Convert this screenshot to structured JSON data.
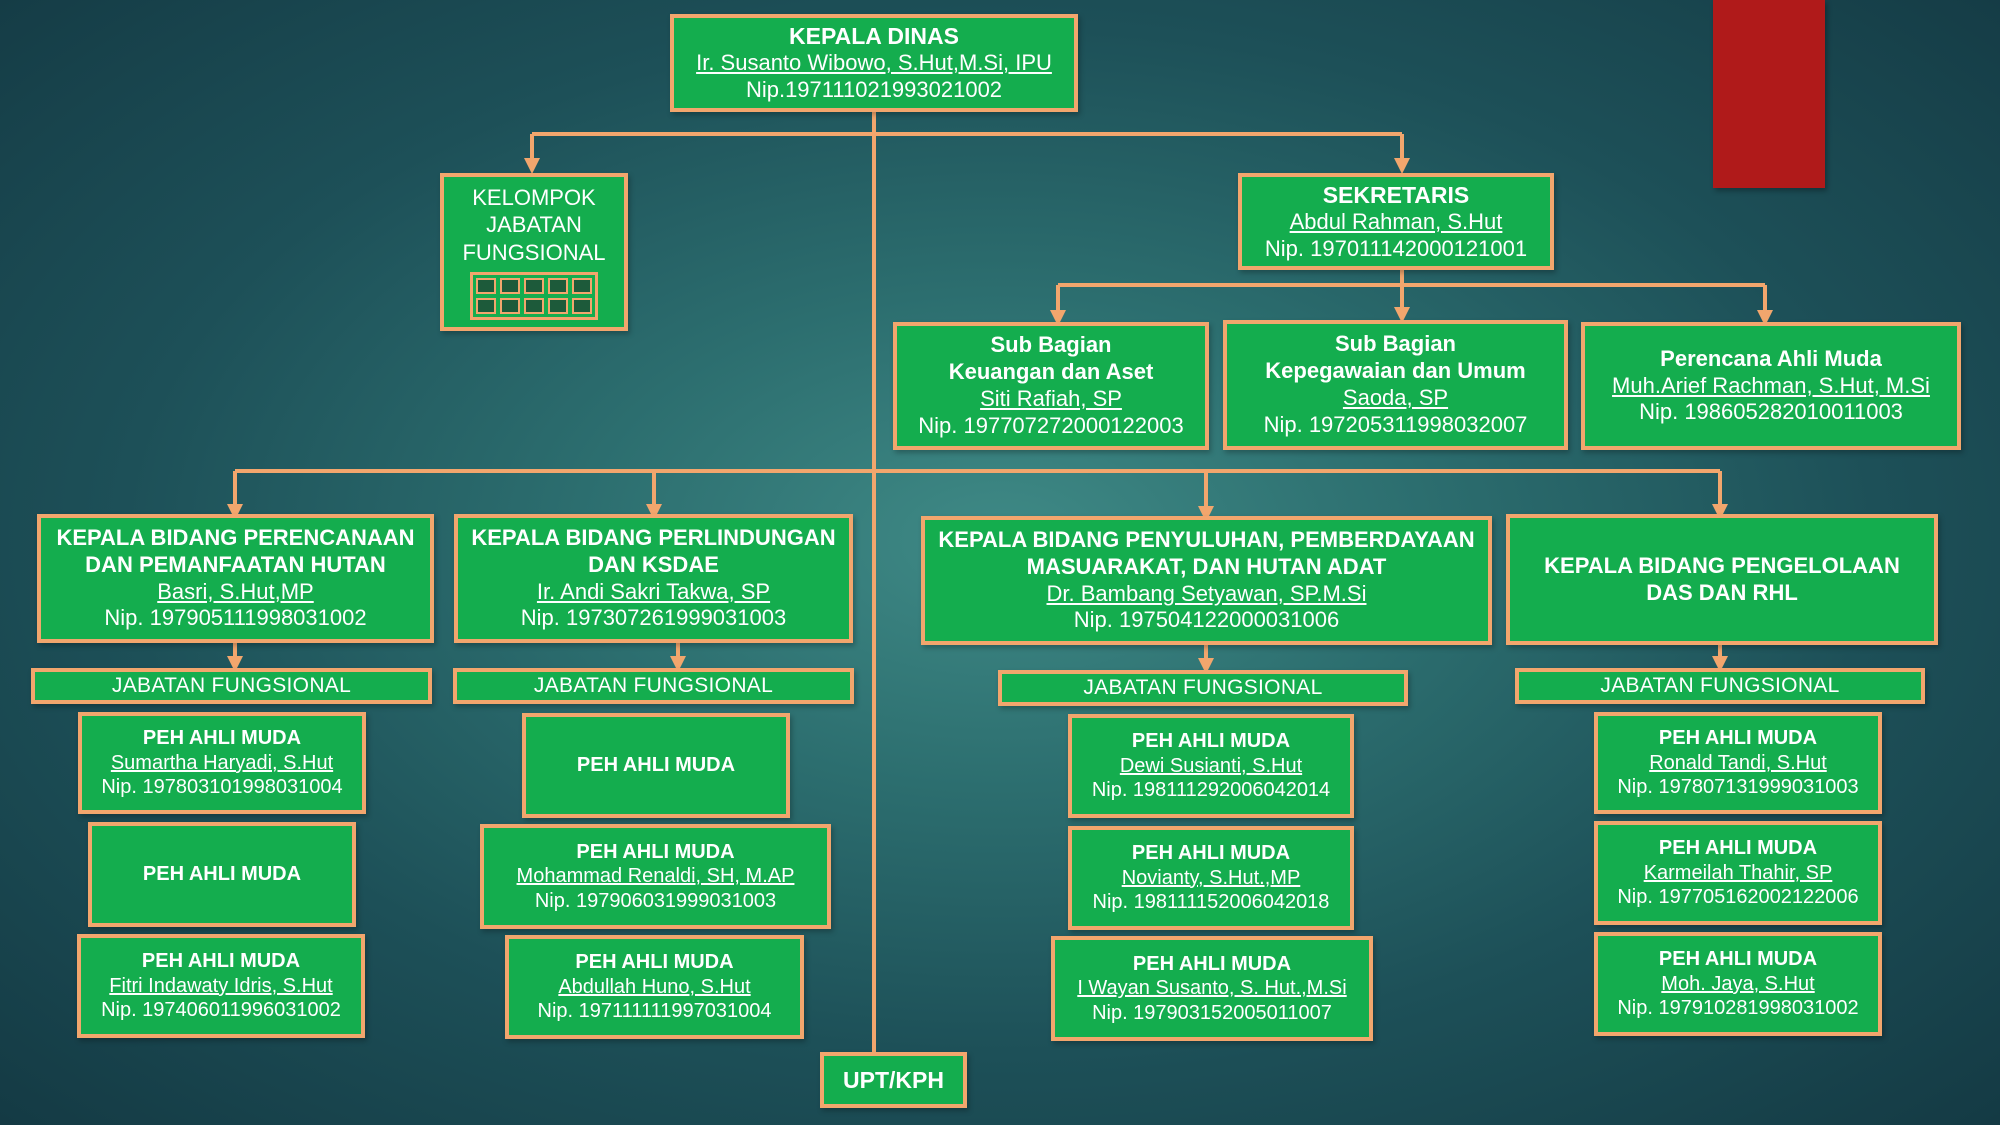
{
  "kepala_dinas": {
    "title": "KEPALA DINAS",
    "name": "Ir. Susanto Wibowo, S.Hut,M.Si, IPU",
    "nip": "Nip.197111021993021002"
  },
  "kelompok": {
    "line1": "KELOMPOK",
    "line2": "JABATAN",
    "line3": "FUNGSIONAL"
  },
  "sekretaris": {
    "title": "SEKRETARIS",
    "name": "Abdul Rahman, S.Hut",
    "nip": "Nip. 197011142000121001"
  },
  "sub_keuangan": {
    "title1": "Sub Bagian",
    "title2": "Keuangan dan Aset",
    "name": "Siti Rafiah, SP",
    "nip": "Nip. 197707272000122003"
  },
  "sub_kepegawaian": {
    "title1": "Sub Bagian",
    "title2": "Kepegawaian dan Umum",
    "name": "Saoda, SP",
    "nip": "Nip. 197205311998032007"
  },
  "perencana": {
    "title": "Perencana Ahli Muda",
    "name": "Muh.Arief Rachman, S.Hut, M.Si",
    "nip": "Nip. 198605282010011003"
  },
  "bidang1": {
    "title1": "KEPALA BIDANG PERENCANAAN",
    "title2": "DAN PEMANFAATAN HUTAN",
    "name": "Basri, S.Hut,MP",
    "nip": "Nip. 197905111998031002",
    "jf": "JABATAN FUNGSIONAL",
    "peh": [
      {
        "title": "PEH AHLI MUDA",
        "name": "Sumartha Haryadi, S.Hut",
        "nip": "Nip. 197803101998031004"
      },
      {
        "title": "PEH AHLI MUDA"
      },
      {
        "title": "PEH AHLI MUDA",
        "name": "Fitri Indawaty Idris, S.Hut",
        "nip": "Nip. 197406011996031002"
      }
    ]
  },
  "bidang2": {
    "title1": "KEPALA BIDANG PERLINDUNGAN",
    "title2": "DAN KSDAE",
    "name": "Ir. Andi Sakri Takwa, SP",
    "nip": "Nip. 197307261999031003",
    "jf": "JABATAN FUNGSIONAL",
    "peh": [
      {
        "title": "PEH AHLI MUDA"
      },
      {
        "title": "PEH AHLI MUDA",
        "name": "Mohammad Renaldi, SH, M.AP",
        "nip": "Nip. 197906031999031003"
      },
      {
        "title": "PEH AHLI MUDA",
        "name": "Abdullah Huno, S.Hut",
        "nip": "Nip. 197111111997031004"
      }
    ]
  },
  "bidang3": {
    "title1": "KEPALA BIDANG PENYULUHAN, PEMBERDAYAAN",
    "title2": "MASUARAKAT, DAN HUTAN ADAT",
    "name": "Dr. Bambang Setyawan, SP.M.Si",
    "nip": "Nip. 197504122000031006",
    "jf": "JABATAN FUNGSIONAL",
    "peh": [
      {
        "title": "PEH AHLI MUDA",
        "name": "Dewi Susianti, S.Hut",
        "nip": "Nip. 198111292006042014"
      },
      {
        "title": "PEH AHLI MUDA",
        "name": "Novianty, S.Hut.,MP",
        "nip": "Nip. 198111152006042018"
      },
      {
        "title": "PEH AHLI MUDA",
        "name": "I Wayan Susanto, S. Hut.,M.Si",
        "nip": "Nip. 197903152005011007"
      }
    ]
  },
  "bidang4": {
    "title1": "KEPALA BIDANG PENGELOLAAN",
    "title2": "DAS DAN RHL",
    "jf": "JABATAN FUNGSIONAL",
    "peh": [
      {
        "title": "PEH AHLI MUDA",
        "name": "Ronald Tandi, S.Hut",
        "nip": "Nip. 197807131999031003"
      },
      {
        "title": "PEH AHLI MUDA",
        "name": "Karmeilah Thahir, SP",
        "nip": "Nip. 197705162002122006"
      },
      {
        "title": "PEH AHLI MUDA",
        "name": "Moh. Jaya, S.Hut",
        "nip": "Nip. 197910281998031002"
      }
    ]
  },
  "upt": {
    "label": "UPT/KPH"
  },
  "colors": {
    "box_fill": "#14ad4e",
    "border": "#f2a66d",
    "connector": "#f2a66d",
    "accent_tab": "#b01a1a"
  }
}
